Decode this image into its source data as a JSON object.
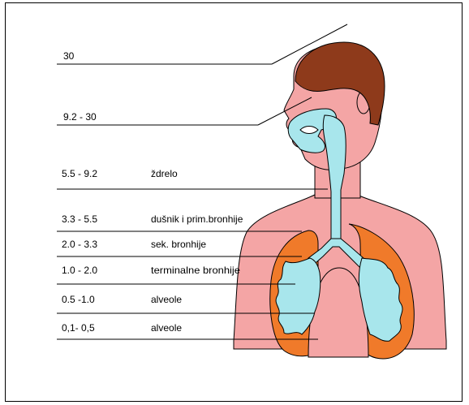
{
  "diagram": {
    "rows": [
      {
        "size": "30",
        "name": ""
      },
      {
        "size": "9.2 - 30",
        "name": ""
      },
      {
        "size": "5.5 - 9.2",
        "name": "ždrelo"
      },
      {
        "size": "3.3 - 5.5",
        "name": "dušnik i prim.bronhije"
      },
      {
        "size": "2.0 - 3.3",
        "name": "sek. bronhije"
      },
      {
        "size": "1.0 - 2.0",
        "name": "terminalne bronhije"
      },
      {
        "size": "0.5 -1.0",
        "name": "alveole"
      },
      {
        "size": "0,1- 0,5",
        "name": "alveole"
      }
    ],
    "colors": {
      "skin": "#f4a5a5",
      "hair": "#8e3a1b",
      "airway": "#a8e6ec",
      "lung": "#f07a2a",
      "outline": "#000000"
    }
  }
}
